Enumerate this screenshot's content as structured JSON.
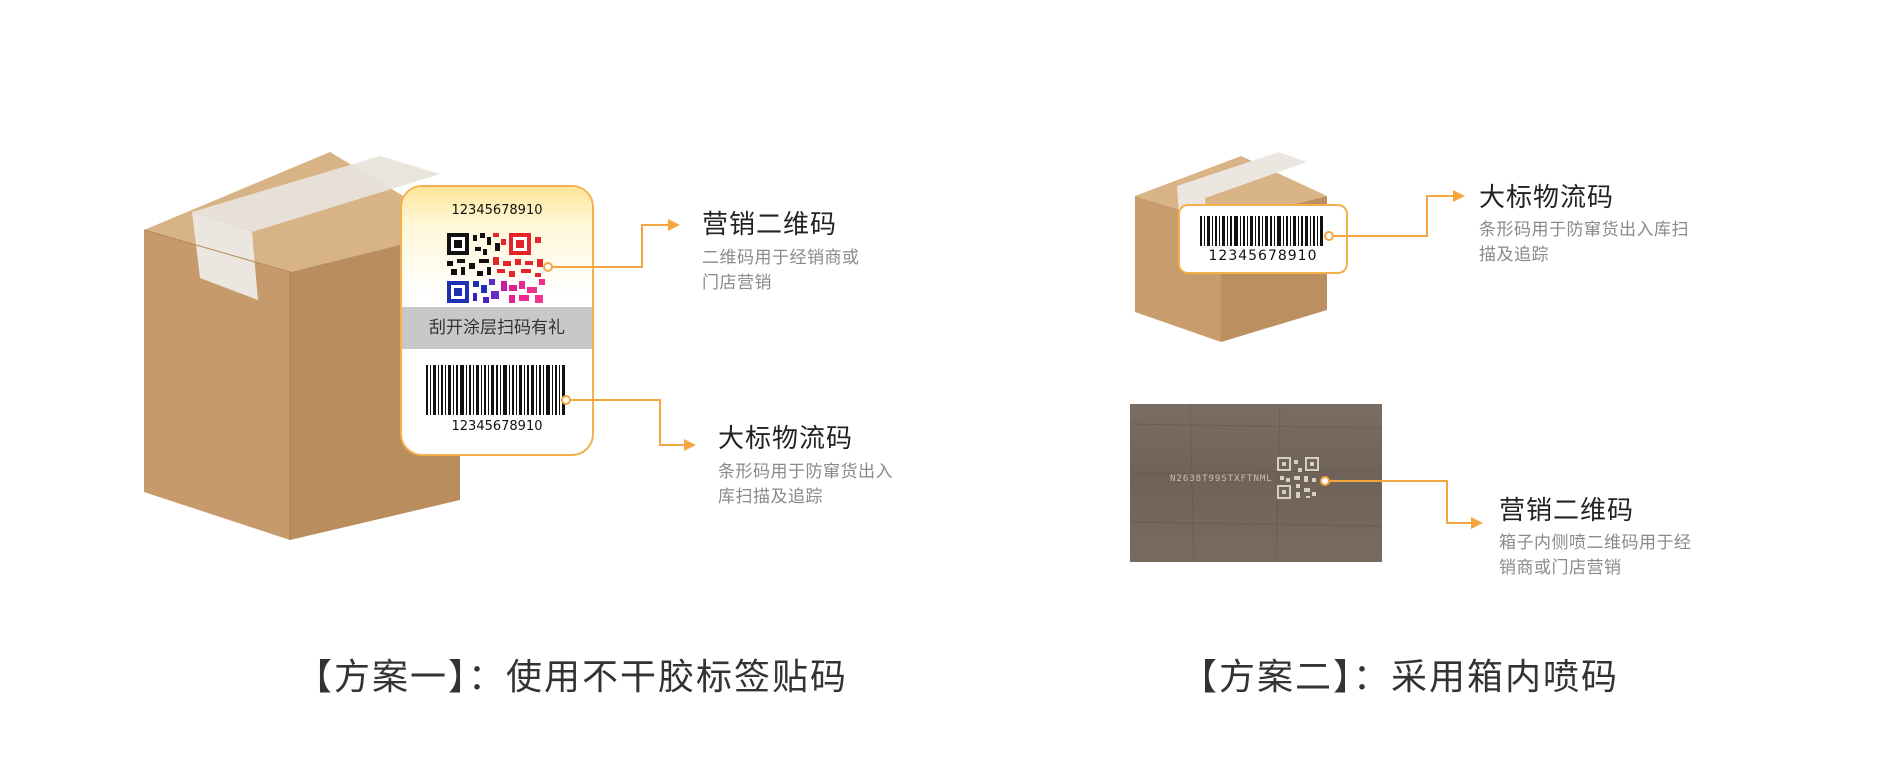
{
  "scheme1": {
    "label": {
      "top_number": "12345678910",
      "scratch_text": "刮开涂层扫码有礼",
      "bottom_number": "12345678910"
    },
    "callout_qr": {
      "title": "营销二维码",
      "desc": "二维码用于经销商或门店营销"
    },
    "callout_barcode": {
      "title": "大标物流码",
      "desc": "条形码用于防窜货出入库扫描及追踪"
    },
    "caption": "【方案一】：使用不干胶标签贴码"
  },
  "scheme2": {
    "label": {
      "number": "12345678910"
    },
    "callout_barcode": {
      "title": "大标物流码",
      "desc": "条形码用于防窜货出入库扫描及追踪"
    },
    "inner_print": {
      "code_text": "N2638T99STXFTNML"
    },
    "callout_qr": {
      "title": "营销二维码",
      "desc": "箱子内侧喷二维码用于经销商或门店营销"
    },
    "caption": "【方案二】：采用箱内喷码"
  },
  "colors": {
    "accent": "#f4a640",
    "cardboard": "#c99f70",
    "cardboard_dark": "#b58a5c",
    "cardboard_light": "#d9b485",
    "tape": "#eae6df"
  },
  "icons": [
    "qr-code-icon",
    "barcode-icon",
    "arrow-right-icon"
  ]
}
